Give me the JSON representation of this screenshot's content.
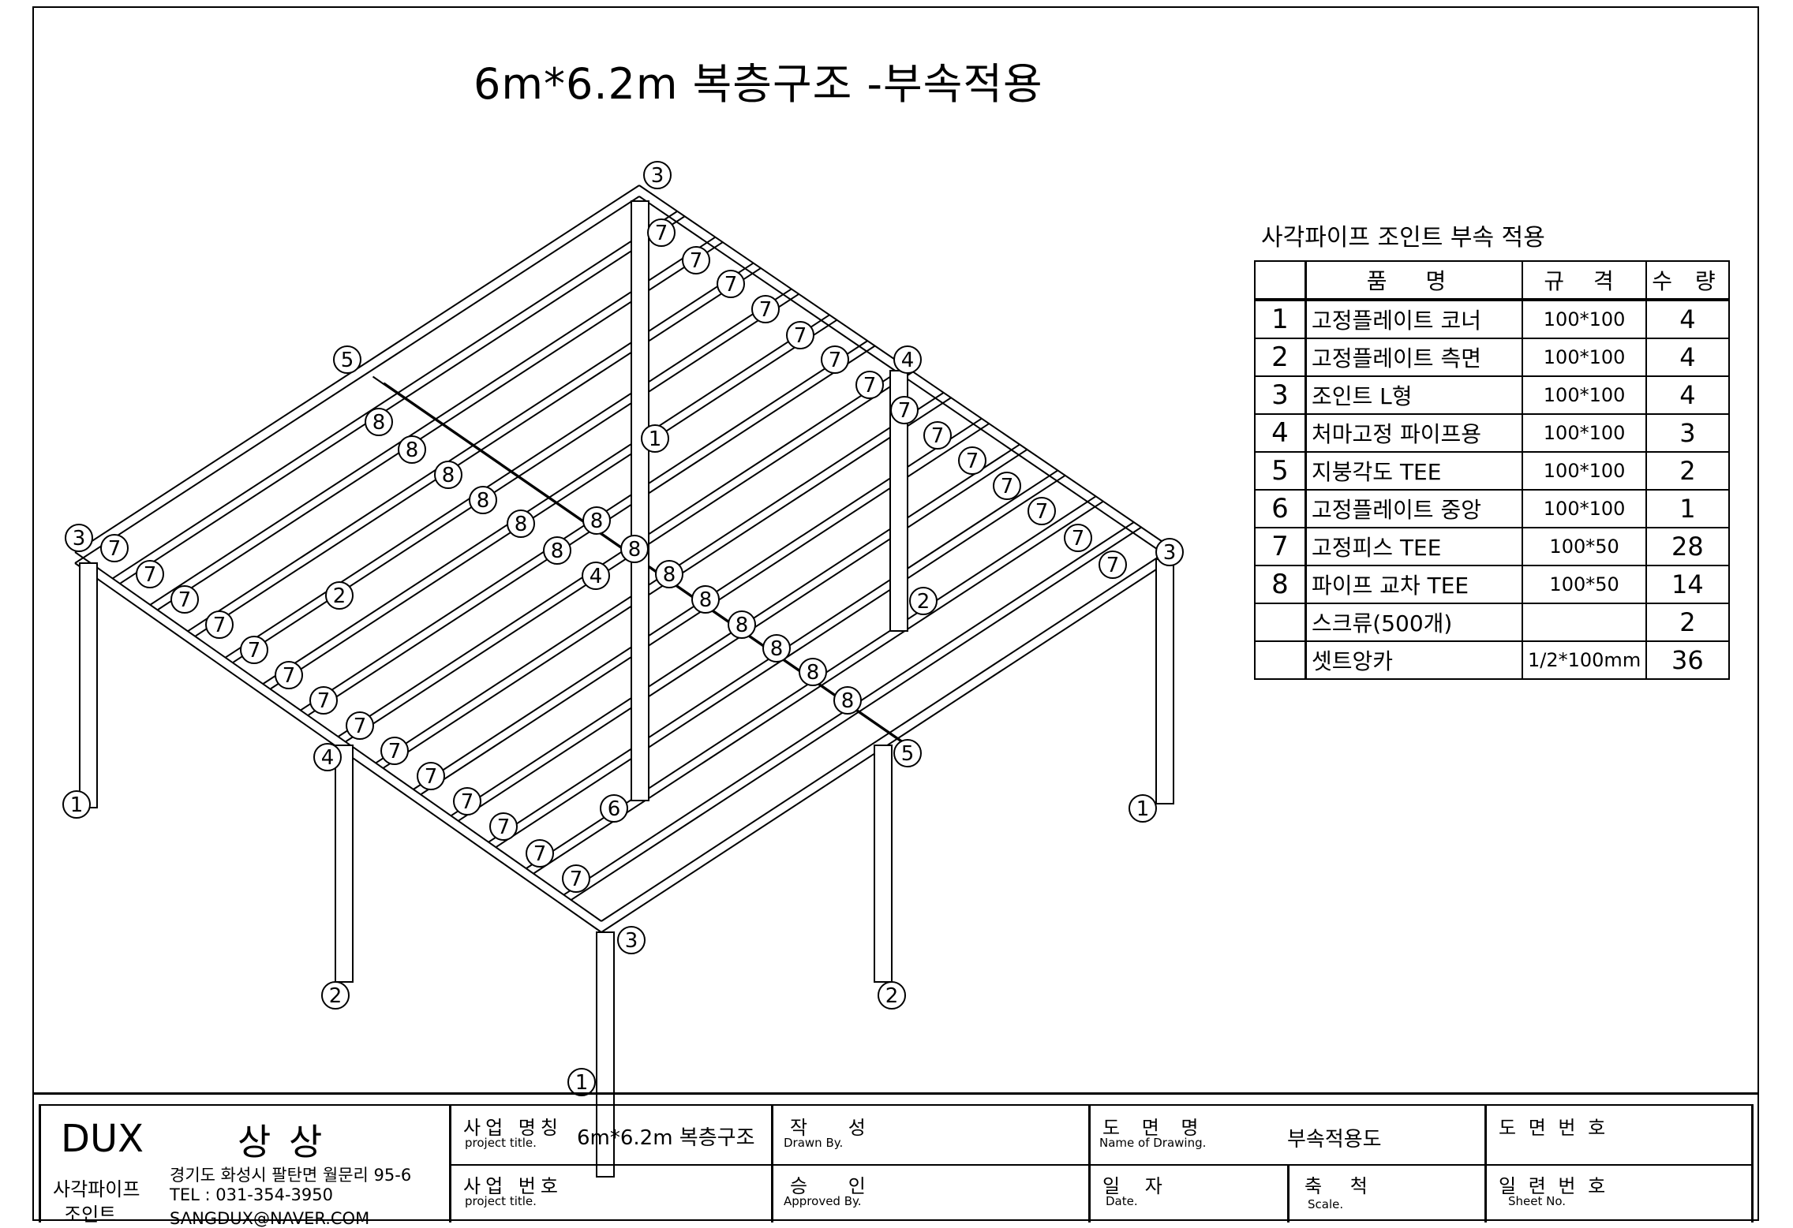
{
  "title": "6m*6.2m 복층구조 -부속적용",
  "parts_table": {
    "caption": "사각파이프 조인트 부속 적용",
    "headers": {
      "name": "품 명",
      "spec": "규 격",
      "qty": "수 량"
    },
    "rows": [
      {
        "no": "1",
        "name": "고정플레이트 코너",
        "spec": "100*100",
        "qty": "4"
      },
      {
        "no": "2",
        "name": "고정플레이트 측면",
        "spec": "100*100",
        "qty": "4"
      },
      {
        "no": "3",
        "name": "조인트 L형",
        "spec": "100*100",
        "qty": "4"
      },
      {
        "no": "4",
        "name": "처마고정 파이프용",
        "spec": "100*100",
        "qty": "3"
      },
      {
        "no": "5",
        "name": "지붕각도 TEE",
        "spec": "100*100",
        "qty": "2"
      },
      {
        "no": "6",
        "name": "고정플레이트 중앙",
        "spec": "100*100",
        "qty": "1"
      },
      {
        "no": "7",
        "name": "고정피스 TEE",
        "spec": "100*50",
        "qty": "28"
      },
      {
        "no": "8",
        "name": "파이프 교차 TEE",
        "spec": "100*50",
        "qty": "14"
      },
      {
        "no": "",
        "name": "스크류(500개)",
        "spec": "",
        "qty": "2"
      },
      {
        "no": "",
        "name": "셋트앙카",
        "spec": "1/2*100mm",
        "qty": "36"
      }
    ]
  },
  "title_block": {
    "company": "DUX",
    "company_name": "상 상",
    "product_line": "사각파이프",
    "product_line2": "조인트",
    "address": "경기도 화성시 팔탄면 월문리 95-6",
    "tel": "TEL : 031-354-3950",
    "email": "SANGDUX@NAVER.COM",
    "project_name_label": "사업 명칭",
    "project_name_label_en": "project title.",
    "project_name": "6m*6.2m 복층구조",
    "project_no_label": "사업 번호",
    "project_no_label_en": "project title.",
    "drawn_label": "작 성",
    "drawn_label_en": "Drawn By.",
    "approved_label": "승 인",
    "approved_label_en": "Approved By.",
    "drawing_name_label": "도 면 명",
    "drawing_name_label_en": "Name of Drawing.",
    "drawing_name": "부속적용도",
    "date_label": "일 자",
    "date_label_en": "Date.",
    "scale_label": "축 척",
    "scale_label_en": "Scale.",
    "drawing_no_label": "도 면 번 호",
    "sheet_no_label": "일 련 번 호",
    "sheet_no_label_en": "Sheet No."
  }
}
